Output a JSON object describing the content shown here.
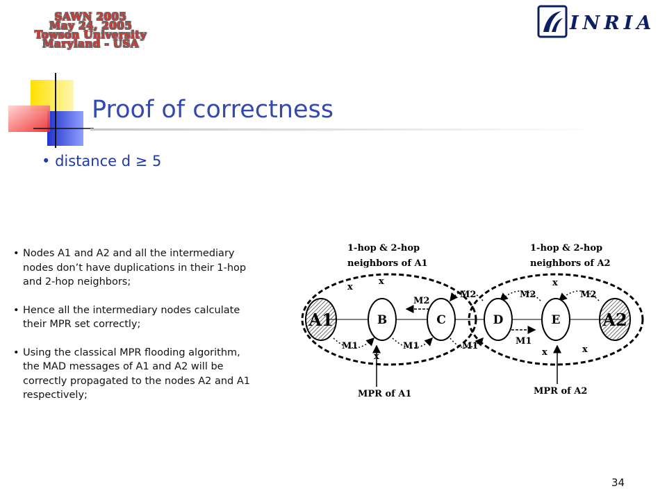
{
  "header": {
    "badge_lines": [
      "SAWN 2005",
      "May 24, 2005",
      "Towson University",
      "Maryland - USA"
    ],
    "logo_text": "INRIA"
  },
  "title": "Proof of correctness",
  "main_bullet": "distance d ≥ 5",
  "notes": [
    {
      "lines": [
        "Nodes A1 and A2 and all the intermediary",
        "nodes don’t have duplications in their 1-hop",
        "and 2-hop neighbors;"
      ]
    },
    {
      "lines": [
        "Hence all the intermediary nodes calculate",
        "their MPR set correctly;"
      ]
    },
    {
      "lines": [
        "Using the classical MPR flooding algorithm,",
        "the MAD messages of A1 and A2 will be",
        "correctly propagated to the nodes A2 and A1",
        "respectively;"
      ]
    }
  ],
  "diagram": {
    "nodes": [
      "A1",
      "B",
      "C",
      "D",
      "E",
      "A2"
    ],
    "region_labels": [
      "1-hop & 2-hop",
      "neighbors of A1",
      "1-hop & 2-hop",
      "neighbors of A2"
    ],
    "mpr_labels": [
      "MPR of A1",
      "MPR of A2"
    ],
    "messages": [
      "M1",
      "M2"
    ],
    "x_mark": "x"
  },
  "page_number": "34",
  "colors": {
    "title": "#3349b0",
    "badge": "#cc3a36",
    "logo": "#0c1f63"
  }
}
